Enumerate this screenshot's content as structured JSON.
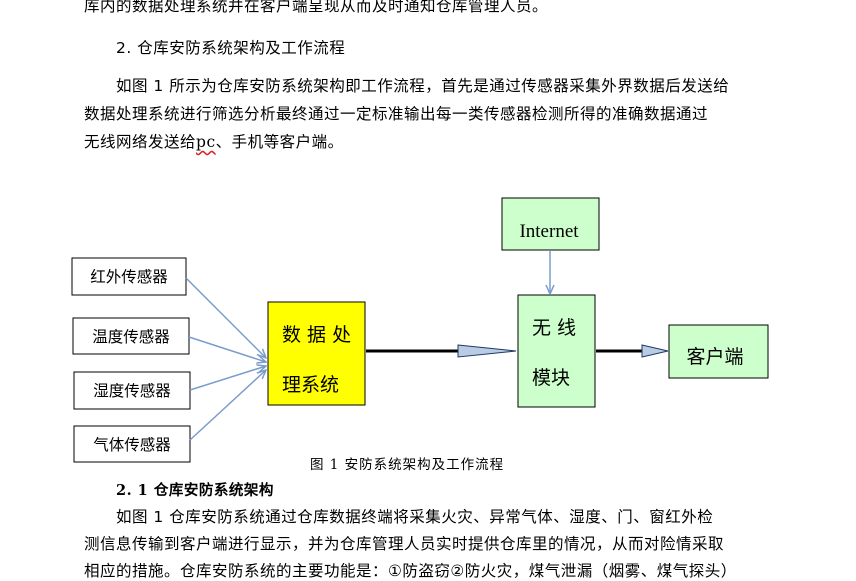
{
  "para_top": {
    "line1": "库内的数据处理系统并在客户端呈现从而及时通知仓库管理人员。"
  },
  "section2": {
    "heading": "2. 仓库安防系统架构及工作流程",
    "para_line1": "如图 1 所示为仓库安防系统架构即工作流程，首先是通过传感器采集外界数据后发送给",
    "para_line2": "数据处理系统进行筛选分析最终通过一定标准输出每一类传感器检测所得的准确数据通过",
    "para_line3_a": "无线网络发送给",
    "para_line3_pc": "pc",
    "para_line3_b": "、手机等客户端。"
  },
  "diagram": {
    "sensors": [
      "红外传感器",
      "温度传感器",
      "湿度传感器",
      "气体传感器"
    ],
    "processor_line1": "数 据 处",
    "processor_line2": "理系统",
    "internet": "Internet",
    "wireless_line1": "无 线",
    "wireless_line2": "模块",
    "client": "客户端",
    "colors": {
      "processor_fill": "#ffff00",
      "green_fill": "#ccffcc",
      "arrow_blue": "#7a9ccc",
      "arrow_head_fill": "#b8cce4"
    }
  },
  "caption": "图 1 安防系统架构及工作流程",
  "section21": {
    "heading": "2. 1 仓库安防系统架构",
    "para_line1": "如图 1  仓库安防系统通过仓库数据终端将采集火灾、异常气体、湿度、门、窗红外检",
    "para_line2": "测信息传输到客户端进行显示，并为仓库管理人员实时提供仓库里的情况，从而对险情采取",
    "para_line3": "相应的措施。仓库安防系统的主要功能是：①防盗窃②防火灾，煤气泄漏（烟雾、煤气探头）"
  }
}
